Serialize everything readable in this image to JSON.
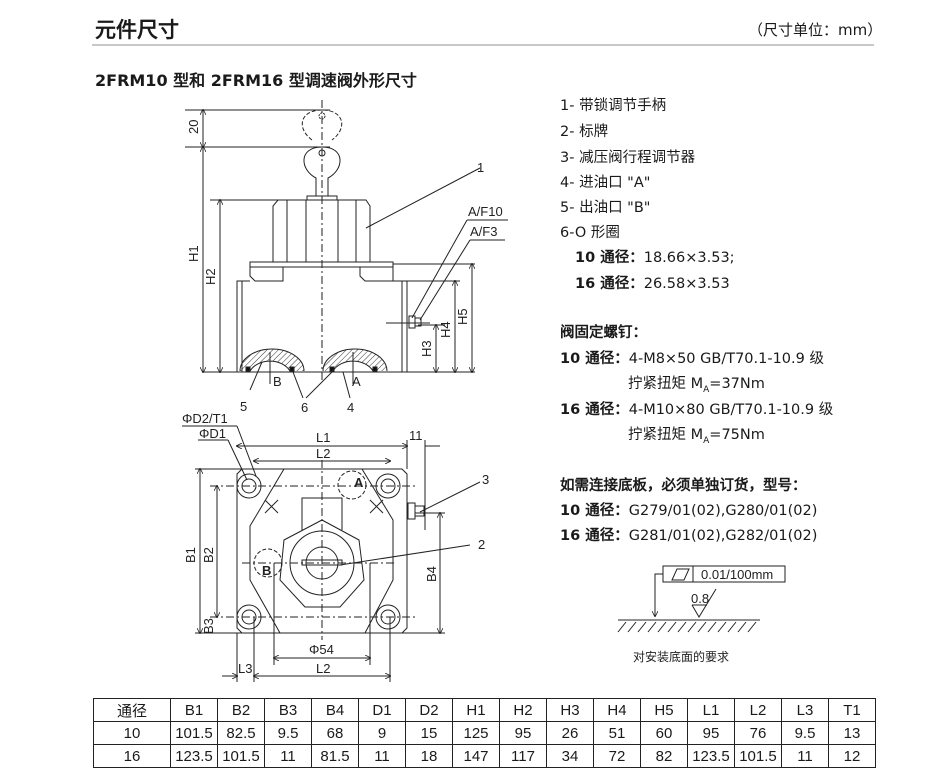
{
  "header": {
    "title": "元件尺寸",
    "unit": "（尺寸单位：mm）"
  },
  "subtitle": "2FRM10 型和 2FRM16 型调速阀外形尺寸",
  "legend": [
    "1- 带锁调节手柄",
    "2- 标牌",
    "3- 减压阀行程调节器",
    "4- 进油口 \"A\"",
    "5- 出油口 \"B\"",
    "6-O 形圈"
  ],
  "oring": [
    {
      "label": "10 通径：",
      "value": "18.66×3.53;"
    },
    {
      "label": "16 通径：",
      "value": "26.58×3.53"
    }
  ],
  "screws": {
    "title": "阀固定螺钉：",
    "rows": [
      {
        "label": "10 通径：",
        "spec": "4-M8×50  GB/T70.1-10.9 级",
        "torque": "拧紧扭矩 M",
        "sub": "A",
        "torque_val": "=37Nm"
      },
      {
        "label": "16 通径：",
        "spec": "4-M10×80 GB/T70.1-10.9 级",
        "torque": "拧紧扭矩 M",
        "sub": "A",
        "torque_val": "=75Nm"
      }
    ]
  },
  "subplate": {
    "title": "如需连接底板，必须单独订货，型号：",
    "rows": [
      {
        "label": "10 通径：",
        "value": "G279/01(02),G280/01(02)"
      },
      {
        "label": "16 通径：",
        "value": "G281/01(02),G282/01(02)"
      }
    ]
  },
  "surface": {
    "flatness": "0.01/100mm",
    "roughness": "0.8",
    "caption": "对安装底面的要求"
  },
  "drawing": {
    "side": {
      "d20": "20",
      "h1": "H1",
      "h2": "H2",
      "h3": "H3",
      "h4": "H4",
      "h5": "H5",
      "af10": "A/F10",
      "af3": "A/F3",
      "c1": "1",
      "c4": "4",
      "c5": "5",
      "c6": "6",
      "portA": "A",
      "portB": "B"
    },
    "top": {
      "d2t1": "ΦD2/T1",
      "d1": "ΦD1",
      "l1": "L1",
      "l2": "L2",
      "l2b": "L2",
      "l3": "L3",
      "d11": "11",
      "b1": "B1",
      "b2": "B2",
      "b3": "B3",
      "b4": "B4",
      "d54": "Φ54",
      "c2": "2",
      "c3": "3",
      "portA": "A",
      "portB": "B"
    }
  },
  "table": {
    "headers": [
      "通径",
      "B1",
      "B2",
      "B3",
      "B4",
      "D1",
      "D2",
      "H1",
      "H2",
      "H3",
      "H4",
      "H5",
      "L1",
      "L2",
      "L3",
      "T1"
    ],
    "rows": [
      [
        "10",
        "101.5",
        "82.5",
        "9.5",
        "68",
        "9",
        "15",
        "125",
        "95",
        "26",
        "51",
        "60",
        "95",
        "76",
        "9.5",
        "13"
      ],
      [
        "16",
        "123.5",
        "101.5",
        "11",
        "81.5",
        "11",
        "18",
        "147",
        "117",
        "34",
        "72",
        "82",
        "123.5",
        "101.5",
        "11",
        "12"
      ]
    ]
  }
}
